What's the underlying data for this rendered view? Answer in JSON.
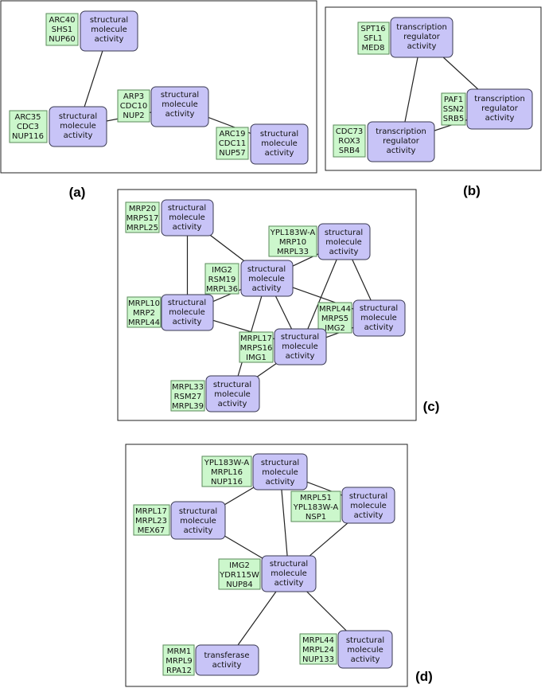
{
  "panels": [
    {
      "id": "a",
      "label": "(a)",
      "nodes": [
        {
          "text": [
            "structural",
            "molecule",
            "activity"
          ],
          "genes": [
            "ARC40",
            "SHS1",
            "NUP60"
          ]
        },
        {
          "text": [
            "structural",
            "molecule",
            "activity"
          ],
          "genes": [
            "ARP3",
            "CDC10",
            "NUP2"
          ]
        },
        {
          "text": [
            "structural",
            "molecule",
            "activity"
          ],
          "genes": [
            "ARC35",
            "CDC3",
            "NUP116"
          ]
        },
        {
          "text": [
            "structural",
            "molecule",
            "activity"
          ],
          "genes": [
            "ARC19",
            "CDC11",
            "NUP57"
          ]
        }
      ],
      "edges": [
        [
          0,
          2
        ],
        [
          1,
          2
        ],
        [
          1,
          3
        ]
      ]
    },
    {
      "id": "b",
      "label": "(b)",
      "nodes": [
        {
          "text": [
            "transcription",
            "regulator",
            "activity"
          ],
          "genes": [
            "SPT16",
            "SFL1",
            "MED8"
          ]
        },
        {
          "text": [
            "transcription",
            "regulator",
            "activity"
          ],
          "genes": [
            "PAF1",
            "SSN2",
            "SRB5"
          ]
        },
        {
          "text": [
            "transcription",
            "regulator",
            "activity"
          ],
          "genes": [
            "CDC73",
            "ROX3",
            "SRB4"
          ]
        }
      ],
      "edges": [
        [
          0,
          1
        ],
        [
          0,
          2
        ],
        [
          1,
          2
        ]
      ]
    },
    {
      "id": "c",
      "label": "(c)",
      "nodes": [
        {
          "text": [
            "structural",
            "molecule",
            "activity"
          ],
          "genes": [
            "MRP20",
            "MRPS17",
            "MRPL25"
          ]
        },
        {
          "text": [
            "structural",
            "molecule",
            "activity"
          ],
          "genes": [
            "YPL183W-A",
            "MRP10",
            "MRPL33"
          ]
        },
        {
          "text": [
            "structural",
            "molecule",
            "activity"
          ],
          "genes": [
            "IMG2",
            "RSM19",
            "MRPL36"
          ]
        },
        {
          "text": [
            "structural",
            "molecule",
            "activity"
          ],
          "genes": [
            "MRPL10",
            "MRP2",
            "MRPL44"
          ]
        },
        {
          "text": [
            "structural",
            "molecule",
            "activity"
          ],
          "genes": [
            "MRPL44",
            "MRPS5",
            "IMG2"
          ]
        },
        {
          "text": [
            "structural",
            "molecule",
            "activity"
          ],
          "genes": [
            "MRPL17",
            "MRPS16",
            "IMG1"
          ]
        },
        {
          "text": [
            "structural",
            "molecule",
            "activity"
          ],
          "genes": [
            "MRPL33",
            "RSM27",
            "MRPL39"
          ]
        }
      ],
      "edges": [
        [
          0,
          2
        ],
        [
          0,
          3
        ],
        [
          1,
          2
        ],
        [
          1,
          4
        ],
        [
          1,
          5
        ],
        [
          2,
          3
        ],
        [
          2,
          4
        ],
        [
          2,
          5
        ],
        [
          2,
          6
        ],
        [
          3,
          5
        ],
        [
          5,
          4
        ],
        [
          5,
          6
        ]
      ]
    },
    {
      "id": "d",
      "label": "(d)",
      "nodes": [
        {
          "text": [
            "structural",
            "molecule",
            "activity"
          ],
          "genes": [
            "YPL183W-A",
            "MRPL16",
            "NUP116"
          ]
        },
        {
          "text": [
            "structural",
            "molecule",
            "activity"
          ],
          "genes": [
            "MRPL51",
            "YPL183W-A",
            "NSP1"
          ]
        },
        {
          "text": [
            "structural",
            "molecule",
            "activity"
          ],
          "genes": [
            "MRPL17",
            "MRPL23",
            "MEX67"
          ]
        },
        {
          "text": [
            "structural",
            "molecule",
            "activity"
          ],
          "genes": [
            "IMG2",
            "YDR115W",
            "NUP84"
          ]
        },
        {
          "text": [
            "transferase",
            "activity"
          ],
          "genes": [
            "MRM1",
            "MRPL9",
            "RPA12"
          ]
        },
        {
          "text": [
            "structural",
            "molecule",
            "activity"
          ],
          "genes": [
            "MRPL44",
            "MRPL24",
            "NUP133"
          ]
        }
      ],
      "edges": [
        [
          0,
          1
        ],
        [
          0,
          2
        ],
        [
          0,
          3
        ],
        [
          1,
          3
        ],
        [
          2,
          3
        ],
        [
          3,
          4
        ],
        [
          3,
          5
        ]
      ]
    }
  ]
}
